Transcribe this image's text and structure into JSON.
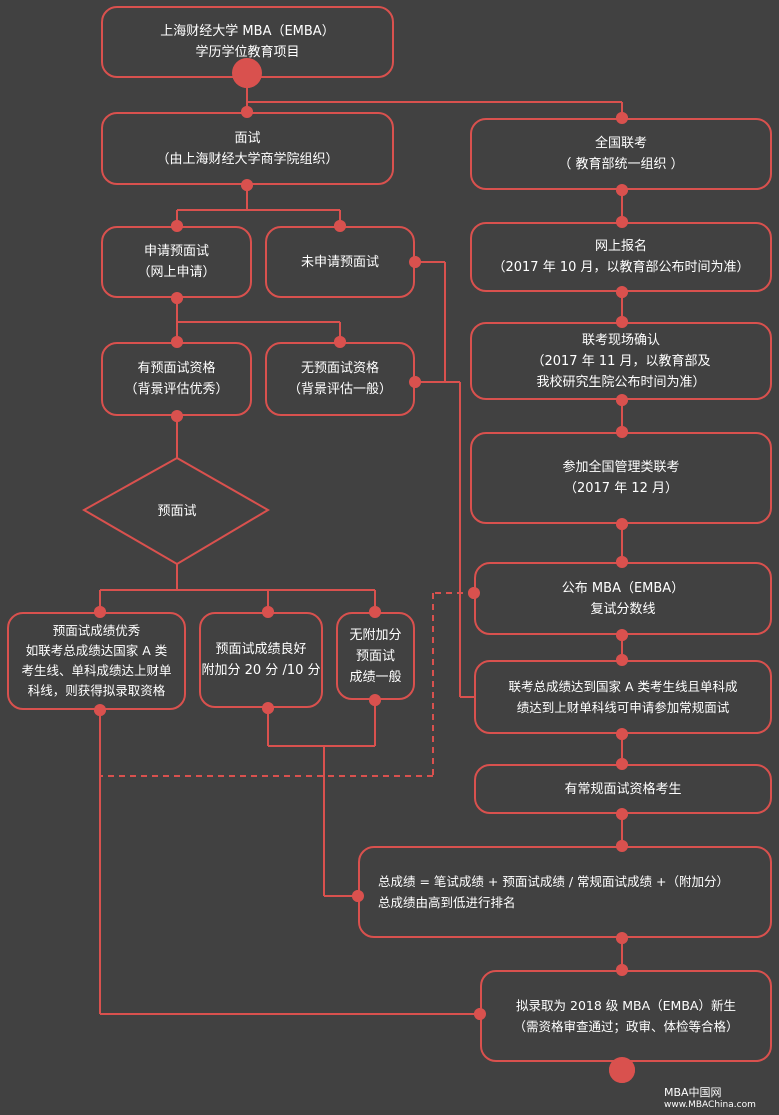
{
  "diagram": {
    "top": {
      "line1": "上海财经大学 MBA（EMBA）",
      "line2": "学历学位教育项目"
    },
    "interview": {
      "line1": "面试",
      "line2": "（由上海财经大学商学院组织）"
    },
    "exam": {
      "line1": "全国联考",
      "line2": "（ 教育部统一组织 ）"
    },
    "apply_pre": {
      "line1": "申请预面试",
      "line2": "（网上申请）"
    },
    "no_apply_pre": {
      "line1": "未申请预面试"
    },
    "has_qual": {
      "line1": "有预面试资格",
      "line2": "（背景评估优秀）"
    },
    "no_qual": {
      "line1": "无预面试资格",
      "line2": "（背景评估一般）"
    },
    "pre_interview": {
      "label": "预面试"
    },
    "excellent": {
      "line1": "预面试成绩优秀",
      "line2": "如联考总成绩达国家 A 类",
      "line3": "考生线、单科成绩达上财单",
      "line4": "科线，则获得拟录取资格"
    },
    "good": {
      "line1": "预面试成绩良好",
      "line2": "附加分 20 分 /10 分"
    },
    "none": {
      "line1": "无附加分",
      "line2": "预面试",
      "line3": "成绩一般"
    },
    "register": {
      "line1": "网上报名",
      "line2": "（2017 年 10 月，以教育部公布时间为准）"
    },
    "confirm": {
      "line1": "联考现场确认",
      "line2": "（2017 年 11 月，以教育部及",
      "line3": "我校研究生院公布时间为准）"
    },
    "attend": {
      "line1": "参加全国管理类联考",
      "line2": "（2017 年 12 月）"
    },
    "publish": {
      "line1": "公布 MBA（EMBA）",
      "line2": "复试分数线"
    },
    "reach": {
      "line1": "联考总成绩达到国家 A 类考生线且单科成",
      "line2": "绩达到上财单科线可申请参加常规面试"
    },
    "regular": {
      "line1": "有常规面试资格考生"
    },
    "total": {
      "line1": "总成绩 = 笔试成绩 + 预面试成绩 / 常规面试成绩 +（附加分）",
      "line2": "总成绩由高到低进行排名"
    },
    "admit": {
      "line1": "拟录取为 2018 级 MBA（EMBA）新生",
      "line2": "（需资格审查通过；政审、体检等合格）"
    }
  },
  "watermark": {
    "line1": "MBA中国网",
    "line2": "www.MBAChina.com"
  },
  "colors": {
    "accent": "#d9514e",
    "background": "#414141",
    "text": "#ffffff"
  }
}
